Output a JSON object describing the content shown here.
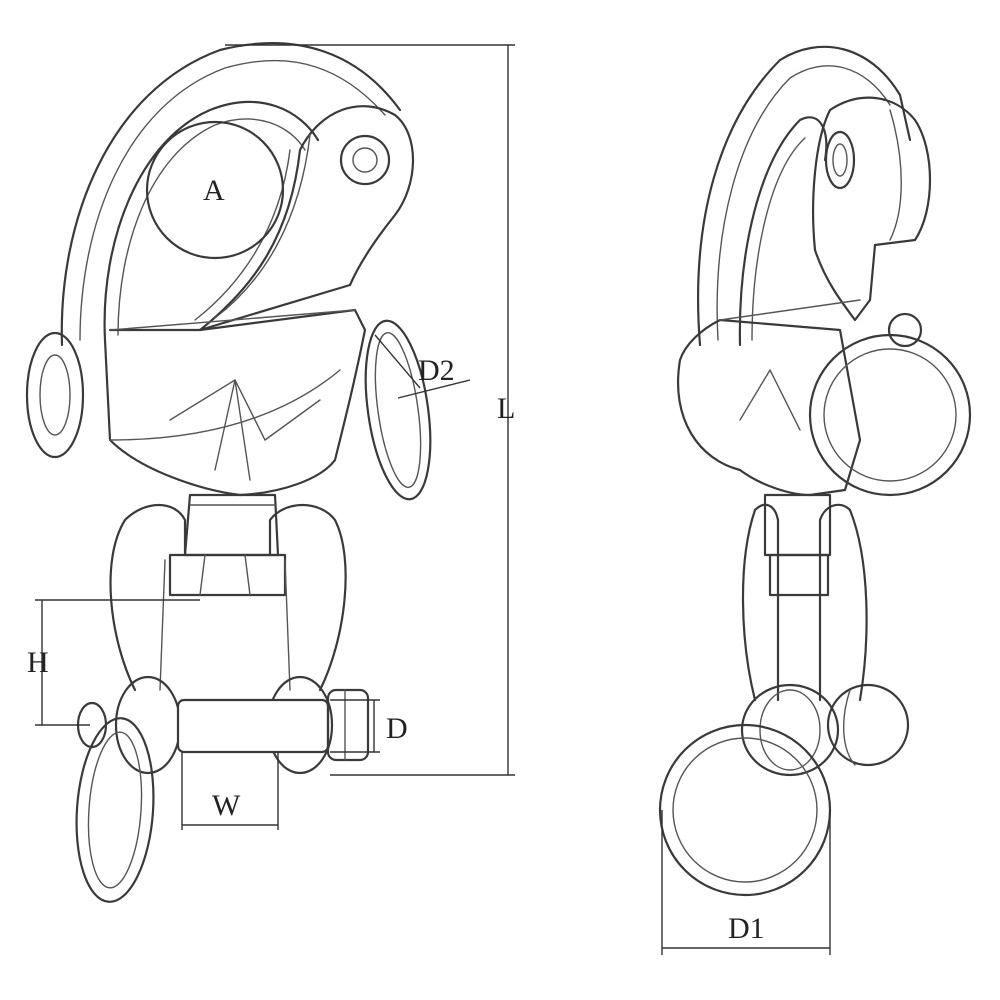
{
  "labels": {
    "A": "A",
    "D2": "D2",
    "L": "L",
    "H": "H",
    "D": "D",
    "W": "W",
    "D1": "D1"
  },
  "colors": {
    "line": "#3a3a3a",
    "background": "#ffffff"
  }
}
